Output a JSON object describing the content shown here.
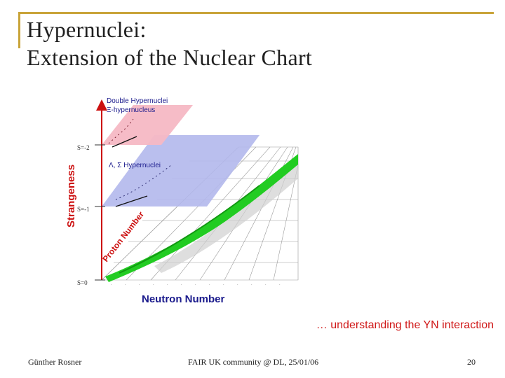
{
  "slide": {
    "title_line1": "Hypernuclei:",
    "title_line2": "Extension of the Nuclear Chart",
    "caption": "… understanding the YN interaction",
    "footer_left": "Günther Rosner",
    "footer_center": "FAIR UK community @ DL, 25/01/06",
    "footer_right": "20",
    "accent_color": "#c9a43a"
  },
  "diagram": {
    "axis_strangeness": "Strangeness",
    "axis_neutron": "Neutron Number",
    "axis_proton": "Proton Number",
    "level_s0": "S=0",
    "level_s1": "S=-1",
    "level_s2": "S=-2",
    "plane_double_line1": "Double Hypernuclei",
    "plane_double_line2": "Ξ-hypernucleus",
    "plane_single": "Λ, Σ Hypernuclei",
    "colors": {
      "double_plane": "#f6b8c4",
      "single_plane": "#b3b8ec",
      "nuclei": "#22cc22",
      "axis_red": "#cc1111",
      "label_blue": "#1a1a8c"
    }
  }
}
